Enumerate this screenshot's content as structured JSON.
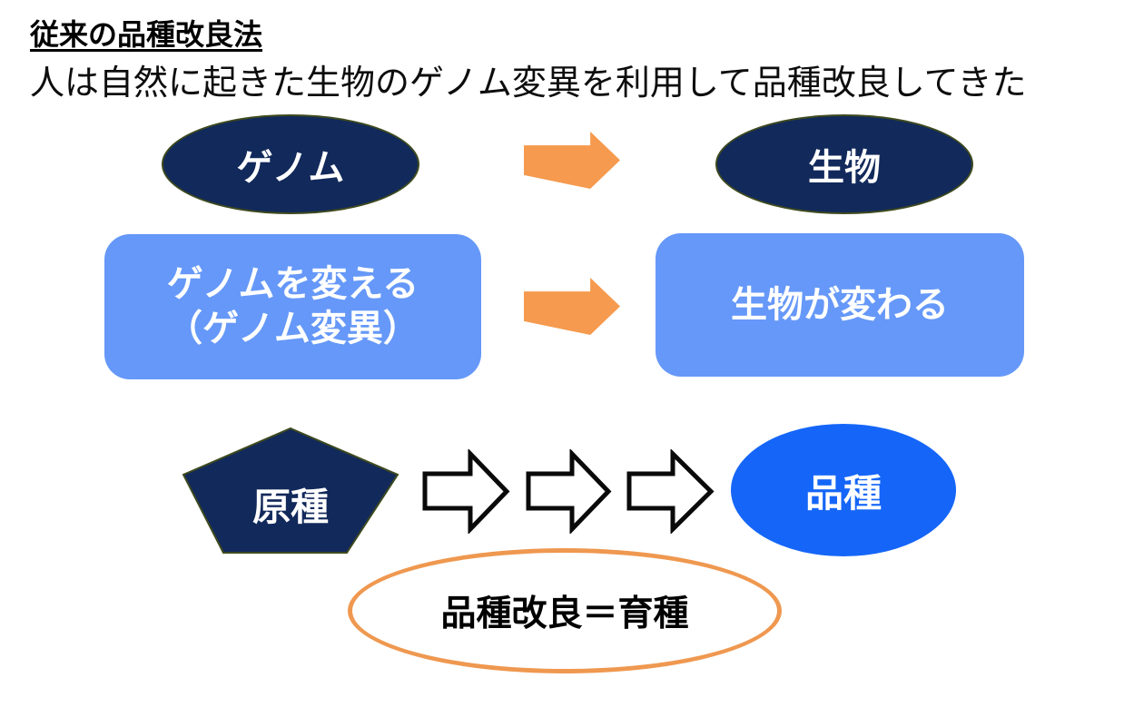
{
  "header": {
    "title": "従来の品種改良法",
    "subtitle": "人は自然に起きた生物のゲノム変異を利用して品種改良してきた"
  },
  "diagram": {
    "row1": {
      "genome_label": "ゲノム",
      "organism_label": "生物"
    },
    "row2": {
      "change_line1": "ゲノムを変える",
      "change_line2": "（ゲノム変異）",
      "result_label": "生物が変わる"
    },
    "row3": {
      "origin_label": "原種",
      "variety_label": "品種"
    },
    "caption": "品種改良＝育種"
  },
  "icons": {
    "row1_arrow": "right-arrow",
    "row2_arrow": "right-arrow",
    "breeding_steps": [
      "hollow-right-arrow",
      "hollow-right-arrow",
      "hollow-right-arrow"
    ]
  },
  "colors": {
    "dark_navy": "#12295B",
    "shape_outline": "#3E4A1E",
    "light_blue": "#6598F8",
    "bright_blue": "#1566F8",
    "arrow_orange": "#F59A4E",
    "caption_orange": "#EF9850",
    "text_on_dark": "#FFFFFF",
    "text_main": "#000000"
  }
}
